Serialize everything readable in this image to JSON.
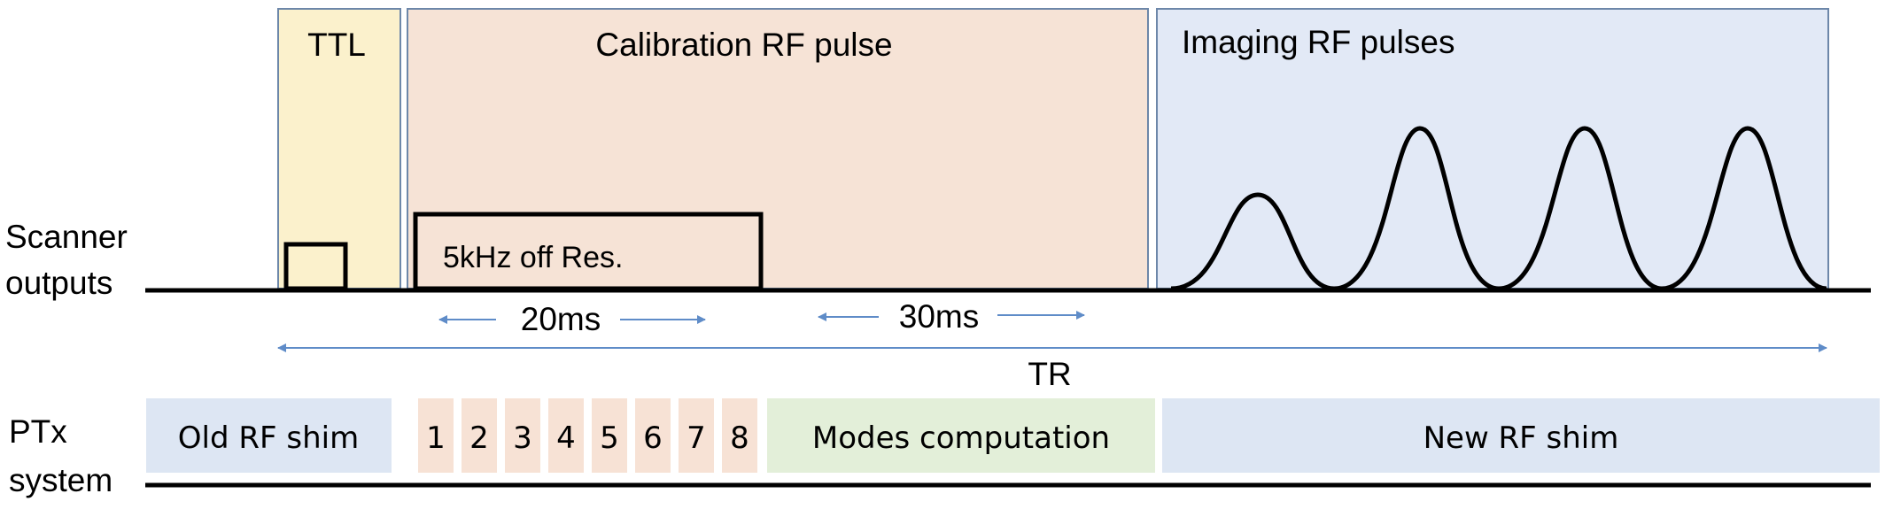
{
  "labels": {
    "scanner_line1": "Scanner",
    "scanner_line2": "outputs",
    "ptx_line1": "PTx",
    "ptx_line2": "system"
  },
  "regions": {
    "ttl": "TTL",
    "calibration": "Calibration RF pulse",
    "imaging": "Imaging RF pulses"
  },
  "pulse": {
    "label": "5kHz off Res."
  },
  "durations": {
    "d20": "20ms",
    "d30": "30ms",
    "tr": "TR"
  },
  "ptx": {
    "old_shim": "Old RF shim",
    "channels": [
      "1",
      "2",
      "3",
      "4",
      "5",
      "6",
      "7",
      "8"
    ],
    "modes": "Modes computation",
    "new_shim": "New RF shim"
  },
  "colors": {
    "ttl_fill": "#fbf1cc",
    "calibration_fill": "#f6e3d6",
    "imaging_fill": "#e2e9f6",
    "border": "#6d87a9",
    "old_shim_fill": "#dde6f3",
    "channel_fill": "#f7e2d5",
    "modes_fill": "#e3efd9",
    "new_shim_fill": "#dde6f3",
    "arrow": "#5f8cc8"
  }
}
